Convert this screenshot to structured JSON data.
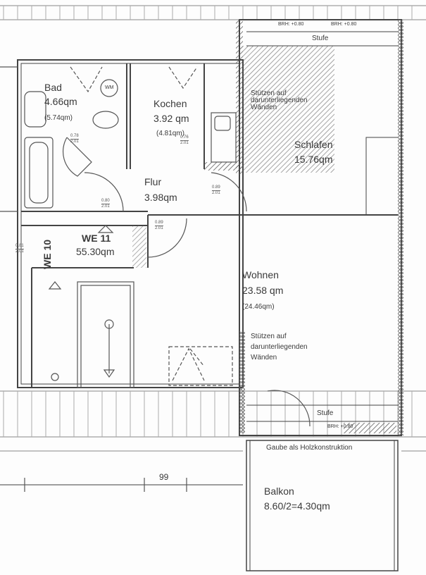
{
  "rooms": {
    "bad": {
      "name": "Bad",
      "area": "4.66qm",
      "area_alt": "(5.74qm)"
    },
    "kochen": {
      "name": "Kochen",
      "area": "3.92 qm",
      "area_alt": "(4.81qm)"
    },
    "schlafen": {
      "name": "Schlafen",
      "area": "15.76qm"
    },
    "flur": {
      "name": "Flur",
      "area": "3.98qm"
    },
    "wohnen": {
      "name": "Wohnen",
      "area": "23.58 qm",
      "area_alt": "(24.46qm)"
    },
    "balkon": {
      "name": "Balkon",
      "area": "8.60/2=4.30qm"
    }
  },
  "unit": {
    "name": "WE 11",
    "area": "55.30qm",
    "neighbor": "WE 10"
  },
  "notes": {
    "stuetzen_top": "Stützen auf darunterliegenden Wänden",
    "stuetzen_1": "Stützen auf",
    "stuetzen_2": "darunterliegenden",
    "stuetzen_3": "Wänden",
    "stufe_top": "Stufe",
    "stufe_bottom": "Stufe",
    "brh_1": "BRH: +0.80",
    "brh_2": "BRH: +0.80",
    "brh_3": "BRH: +0.80",
    "gaube": "Gaube als Holzkonstruktion",
    "wm": "WM",
    "dimension": "99"
  },
  "doors": [
    {
      "w": "0.78",
      "h": "2.01"
    },
    {
      "w": "0.76",
      "h": "2.01"
    },
    {
      "w": "0.80",
      "h": "2.01"
    },
    {
      "w": "0.89",
      "h": "2.01"
    },
    {
      "w": "0.89",
      "h": "2.01"
    },
    {
      "w": "0.81",
      "h": "2.01"
    }
  ]
}
